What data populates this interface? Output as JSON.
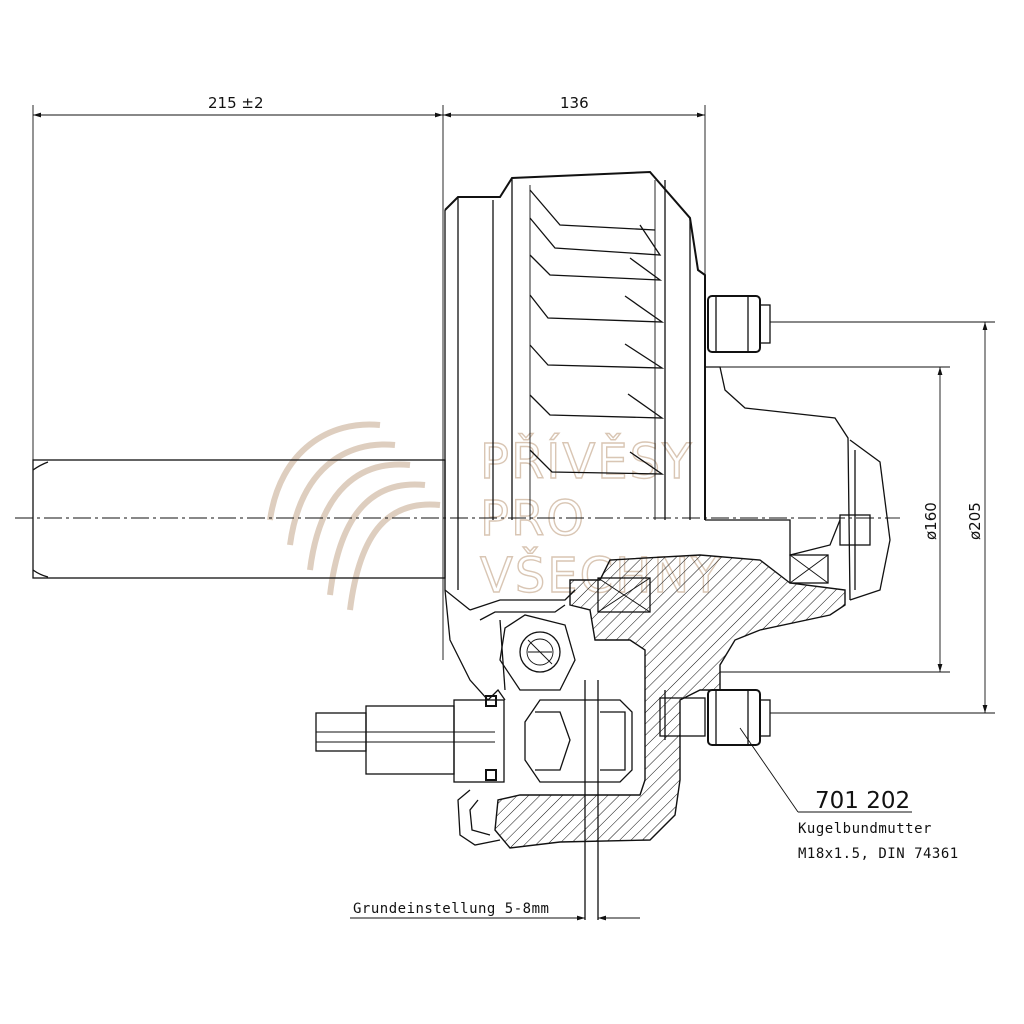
{
  "dimensions": {
    "overall_left": "215 ±2",
    "hub_width": "136",
    "bolt_circle": "ø160",
    "drum_outer": "ø205"
  },
  "part": {
    "number": "701 202",
    "name": "Kugelbundmutter",
    "spec": "M18x1.5, DIN 74361"
  },
  "adjustment_note": "Grundeinstellung 5-8mm",
  "watermark": {
    "line1": "PŘÍVĚSY",
    "line2": "PRO",
    "line3": "VŠECHNY",
    "color": "#d9c6b4"
  },
  "colors": {
    "ink": "#111111",
    "background": "#ffffff"
  }
}
